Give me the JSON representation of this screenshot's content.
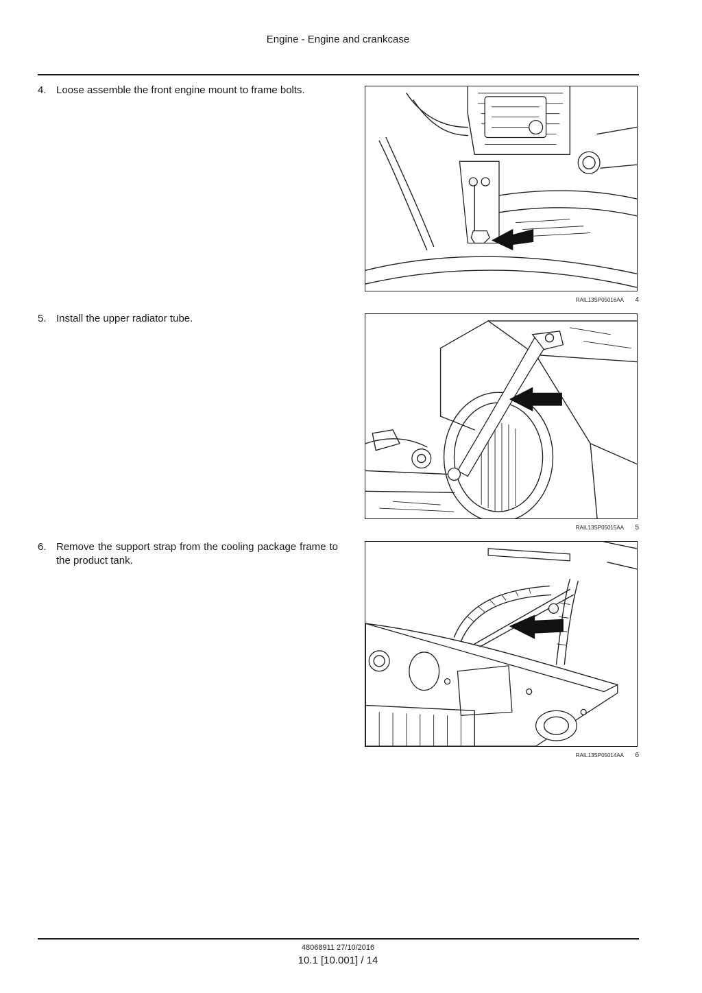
{
  "header": {
    "title": "Engine - Engine and crankcase"
  },
  "steps": [
    {
      "number": "4.",
      "text": "Loose assemble the front engine mount to frame bolts.",
      "figure_code": "RAIL13SP05016AA",
      "figure_number": "4"
    },
    {
      "number": "5.",
      "text": "Install the upper radiator tube.",
      "figure_code": "RAIL13SP05015AA",
      "figure_number": "5"
    },
    {
      "number": "6.",
      "text": "Remove the support strap from the cooling package frame to the product tank.",
      "figure_code": "RAIL13SP05014AA",
      "figure_number": "6"
    }
  ],
  "footer": {
    "doc_ref": "48068911 27/10/2016",
    "page": "10.1 [10.001] / 14"
  }
}
